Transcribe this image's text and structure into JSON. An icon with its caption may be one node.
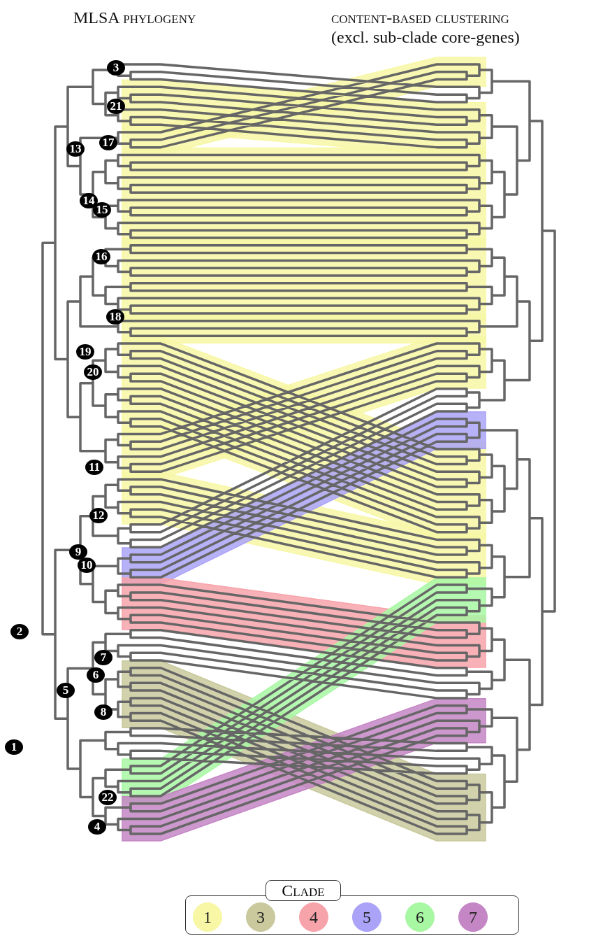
{
  "diagram": {
    "labels": [
      "MLSA phylogeny",
      "content-based clustering",
      "(excl. sub-clade core-genes)",
      "3",
      "21",
      "17",
      "13",
      "14",
      "15",
      "16",
      "18",
      "19",
      "20",
      "11",
      "12",
      "9",
      "10",
      "2",
      "7",
      "6",
      "5",
      "8",
      "1",
      "22",
      "4",
      "Clade"
    ],
    "legend": [
      {
        "text": "1",
        "color": "#f7f7a6"
      },
      {
        "text": "3",
        "color": "#c9c99d"
      },
      {
        "text": "4",
        "color": "#f7a3aa"
      },
      {
        "text": "5",
        "color": "#aaa3f7"
      },
      {
        "text": "6",
        "color": "#a8f7a3"
      },
      {
        "text": "7",
        "color": "#c486c4"
      }
    ]
  }
}
